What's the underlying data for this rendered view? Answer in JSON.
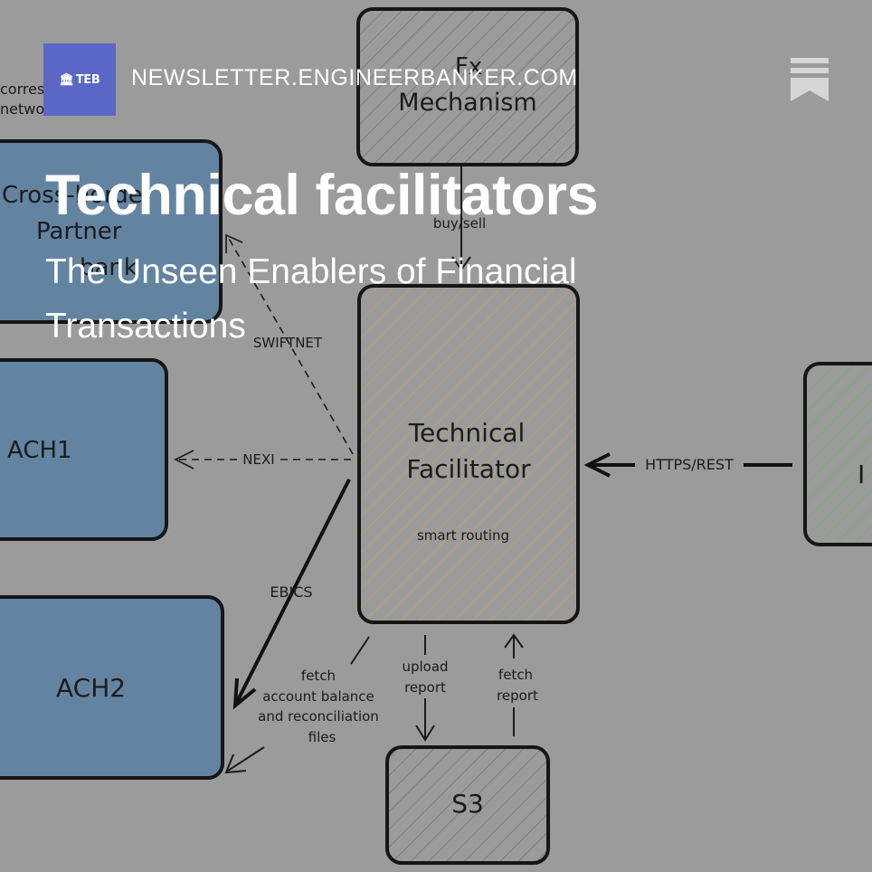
{
  "header": {
    "logo_text": "TEB",
    "logo_icon": "bank-icon",
    "domain": "NEWSLETTER.ENGINEERBANKER.COM",
    "bookmark_icon": "bookmark-icon"
  },
  "hero": {
    "title": "Technical facilitators",
    "subtitle": "The Unseen Enablers of Financial Transactions"
  },
  "diagram": {
    "fx_line1": "Fx",
    "fx_line2": "Mechanism",
    "cross_line1": "Cross-border",
    "cross_line2": "Partner",
    "cross_line3": "bank",
    "corres_line1": "corres",
    "corres_line2": "netwo",
    "ach1": "ACH1",
    "ach2": "ACH2",
    "tf_line1": "Technical",
    "tf_line2": "Facilitator",
    "tf_note": "smart routing",
    "s3": "S3",
    "right_box": "I",
    "buy_sell": "buy/sell",
    "swiftnet": "SWIFTNET",
    "nexi": "NEXI",
    "https": "HTTPS/REST",
    "ebics": "EBICS",
    "fetch_line1": "fetch",
    "fetch_line2": "account balance",
    "fetch_line3": "and reconciliation",
    "fetch_line4": "files",
    "upload_line1": "upload",
    "upload_line2": "report",
    "fetchrep_line1": "fetch",
    "fetchrep_line2": "report"
  },
  "colors": {
    "background": "#9b9b9b",
    "blue_box": "#6384a1",
    "hatch_yellow": "#b3a46a",
    "hatch_green": "#7ea77c",
    "logo_bg": "#5b67c4"
  }
}
